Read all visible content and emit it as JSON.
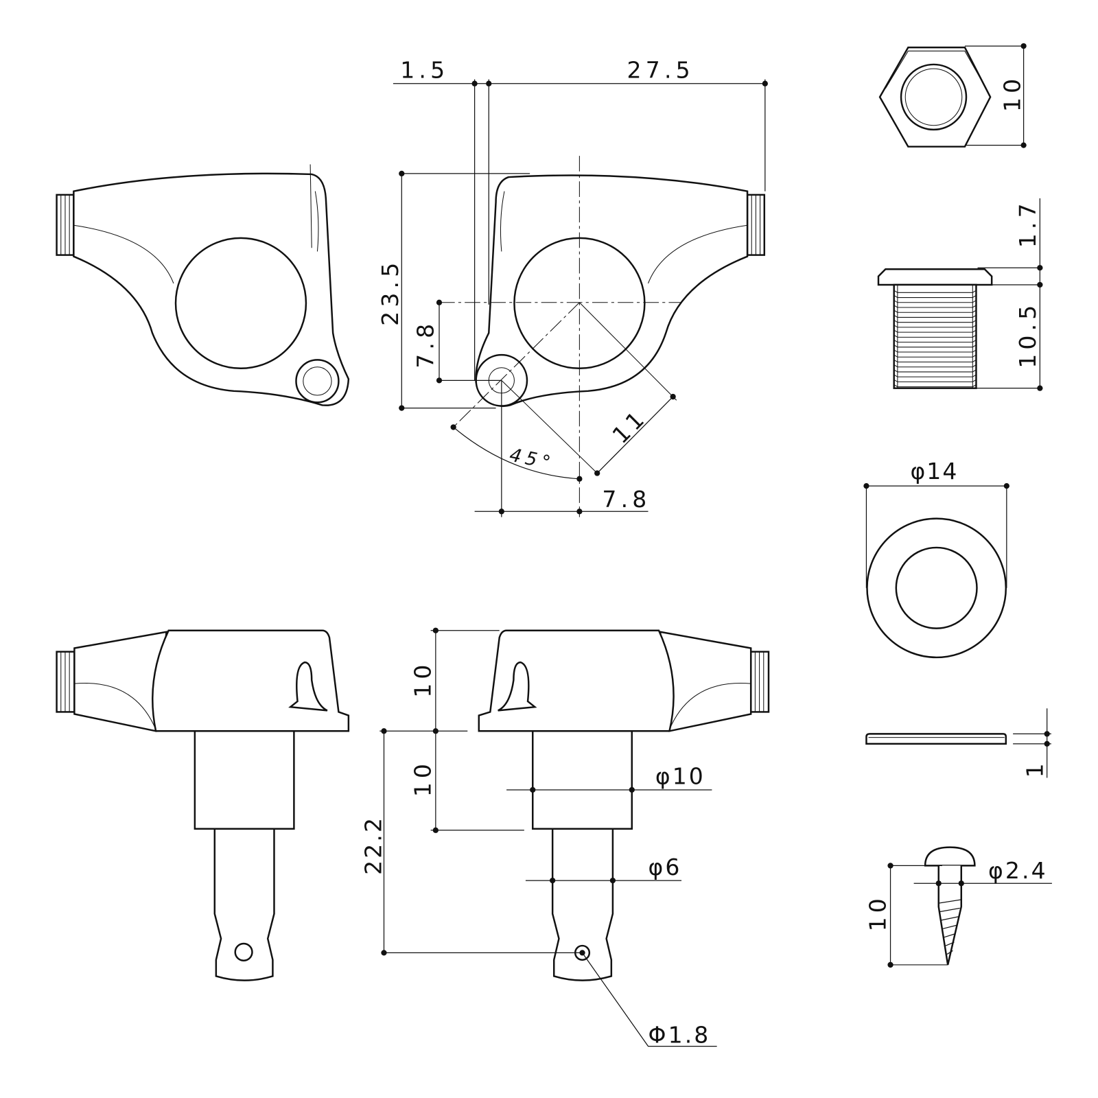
{
  "dimensions": {
    "top_offset": "1.5",
    "top_width": "27.5",
    "body_height": "23.5",
    "post_offset_v": "7.8",
    "arm_length": "11",
    "angle": "45°",
    "post_offset_h": "7.8",
    "nut_size": "10",
    "bushing_flange": "1.7",
    "bushing_length": "10.5",
    "washer_diameter": "φ14",
    "washer_thickness": "1",
    "side_block_height": "10",
    "side_shaft_height": "10",
    "side_total": "22.2",
    "shaft_diameter": "φ10",
    "post_diameter": "φ6",
    "hole_diameter": "Φ1.8",
    "screw_length": "10",
    "screw_diameter": "φ2.4"
  },
  "colors": {
    "line": "#111111",
    "background": "#ffffff"
  }
}
